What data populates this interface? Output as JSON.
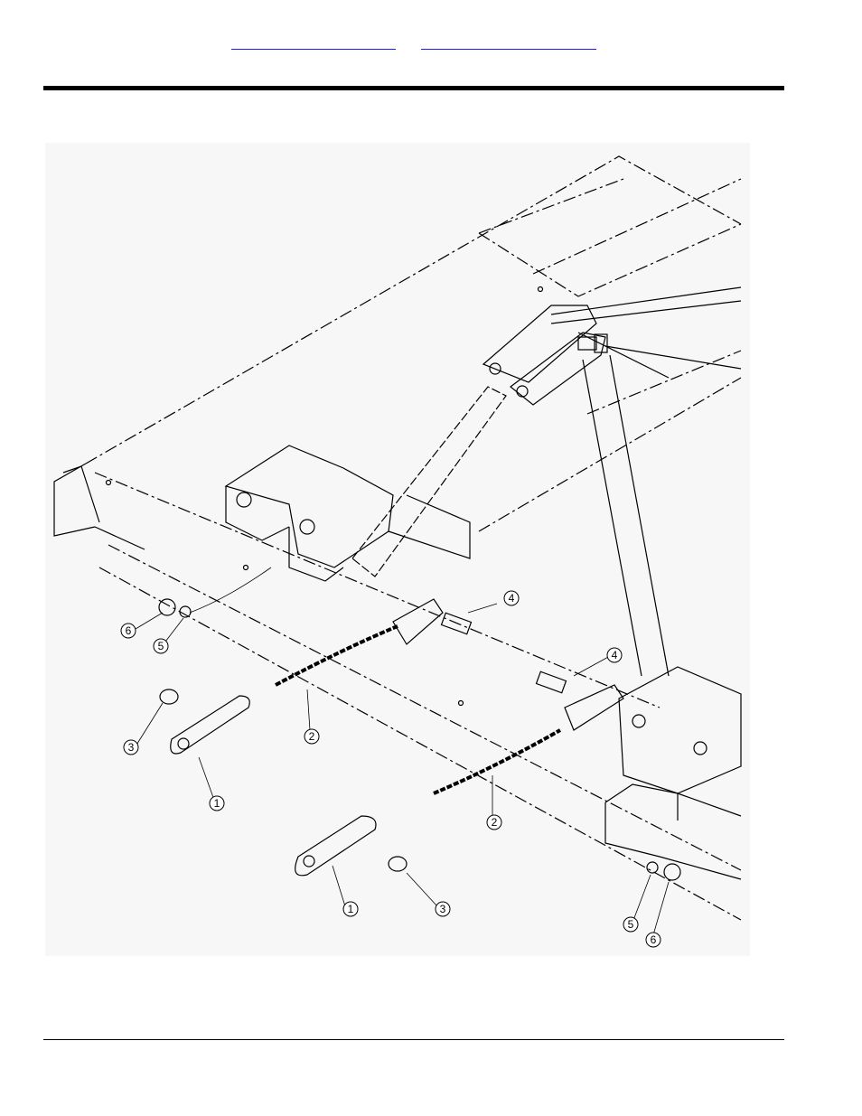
{
  "header": {
    "links": [
      {
        "text": ""
      },
      {
        "text": ""
      }
    ]
  },
  "figure": {
    "callouts": [
      "1",
      "2",
      "3",
      "4",
      "5",
      "6"
    ]
  },
  "colors": {
    "link": "#1a1aff",
    "rule": "#000000",
    "figure_bg": "#f7f7f7",
    "line": "#000000"
  }
}
